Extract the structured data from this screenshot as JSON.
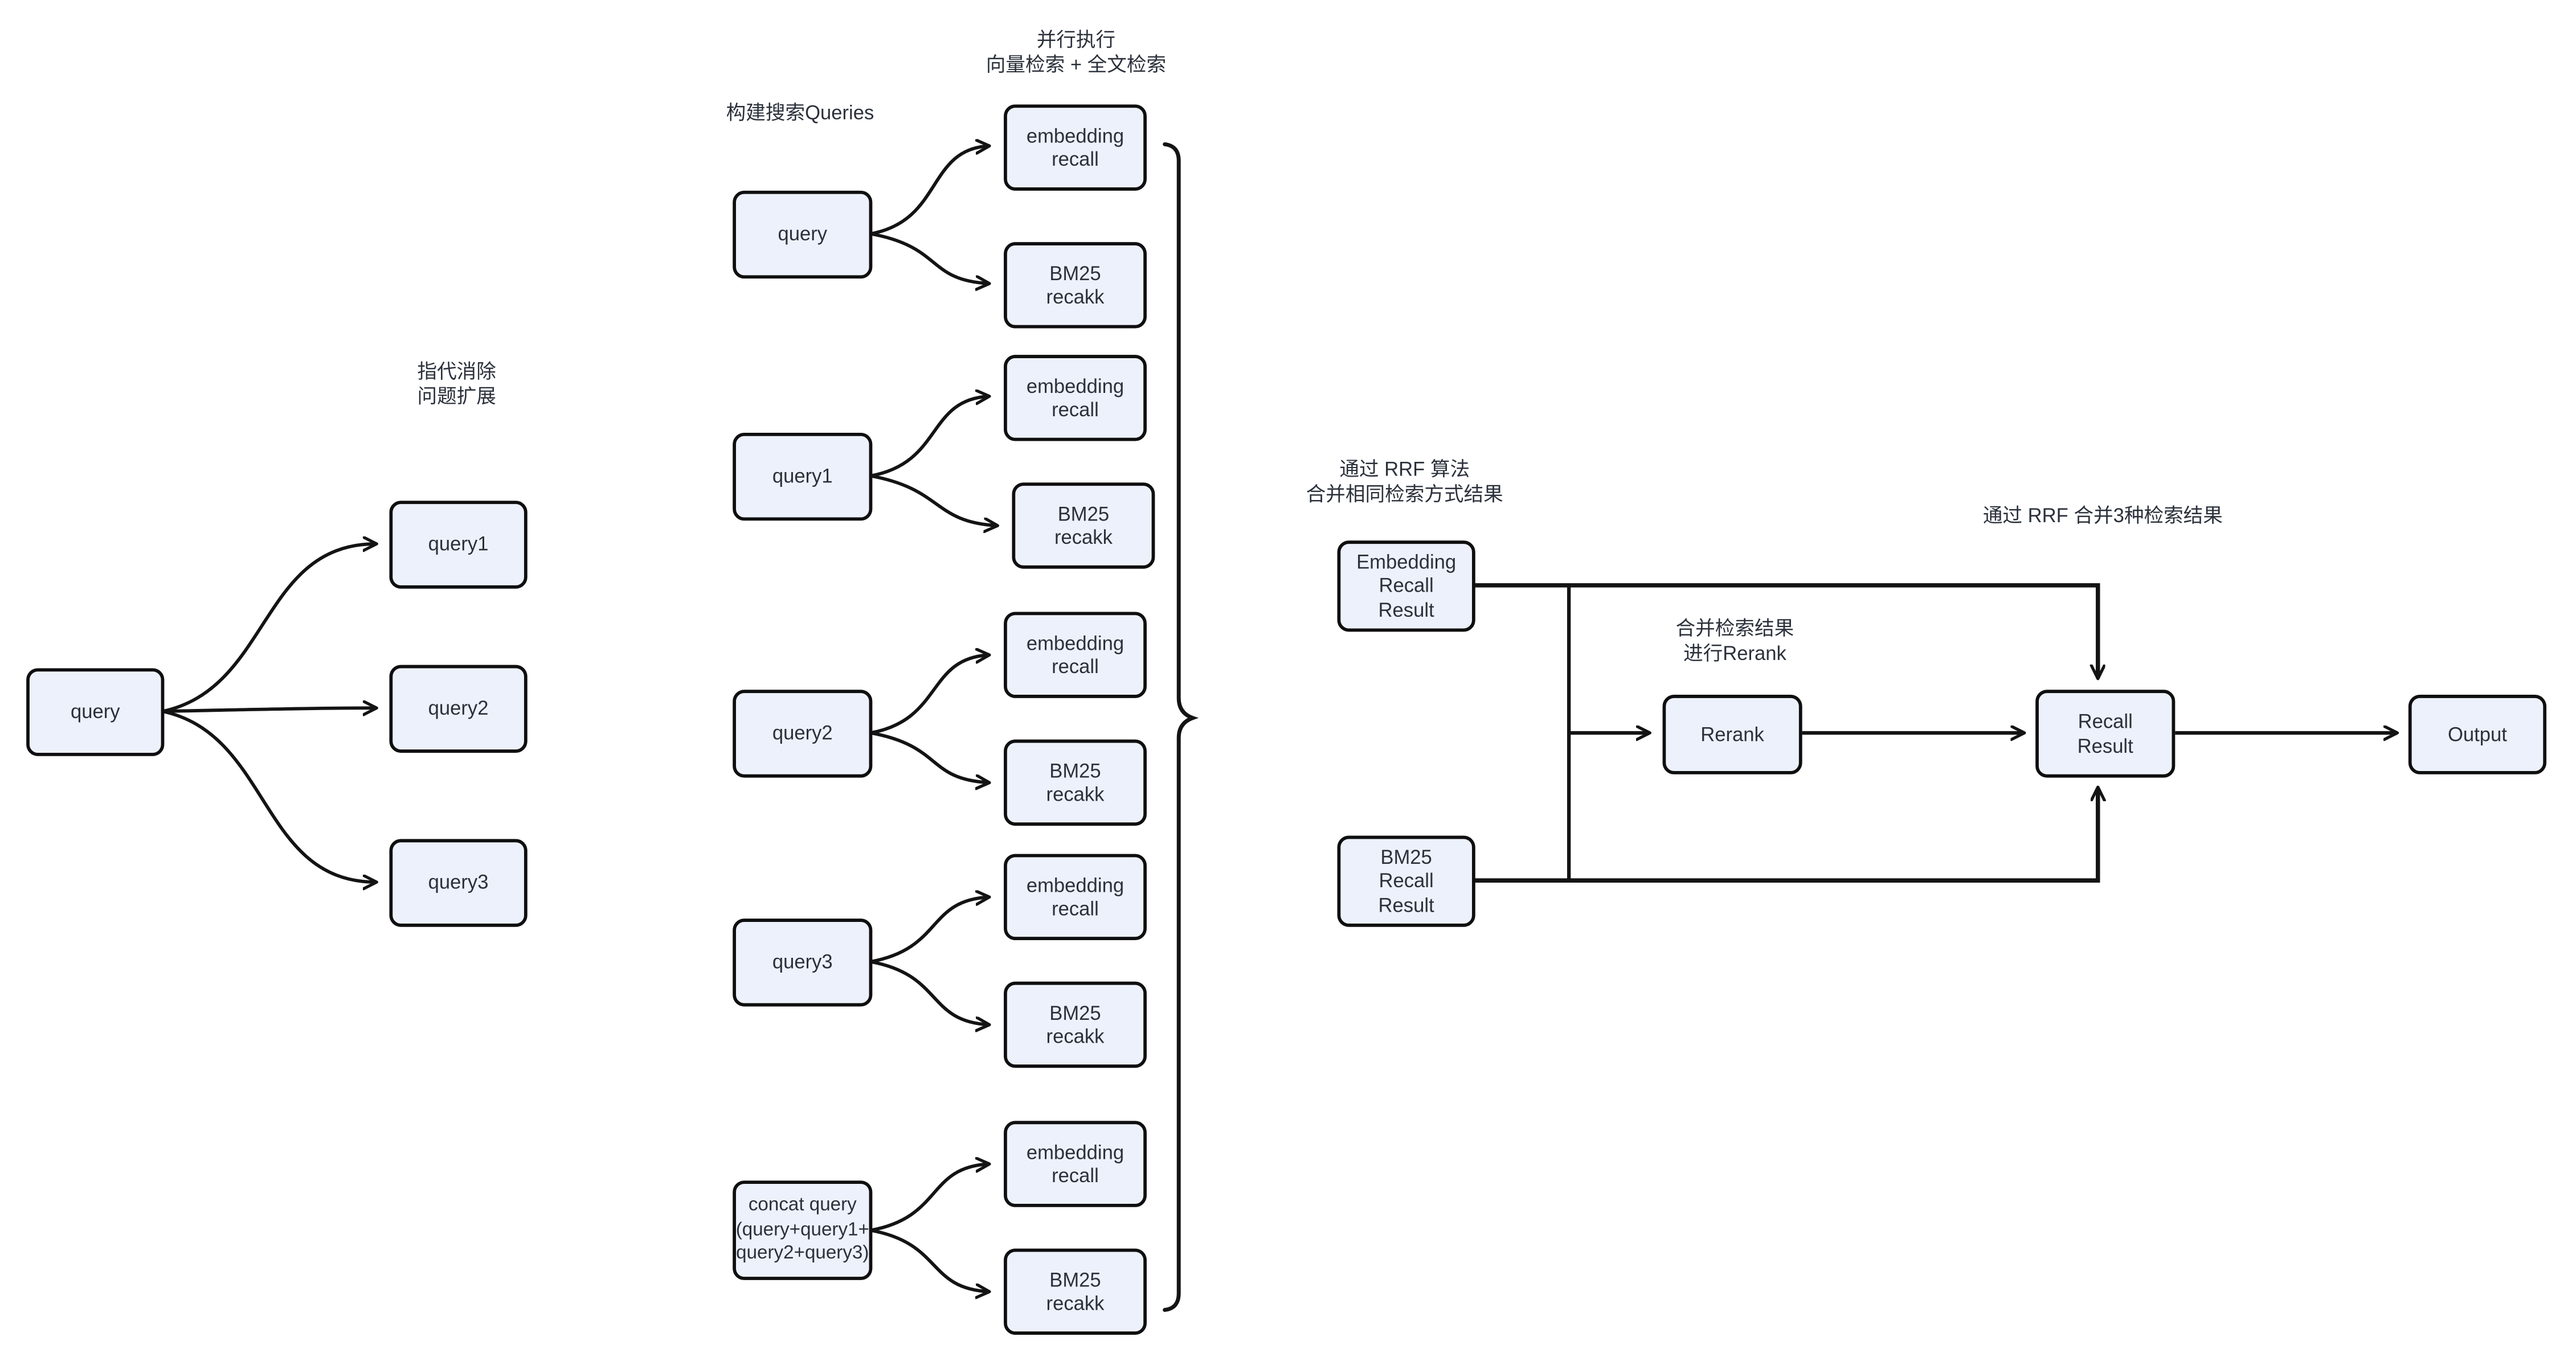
{
  "diagram": {
    "annotations": {
      "coref_expand": "指代消除\n问题扩展",
      "build_queries": "构建搜索Queries",
      "parallel_exec": "并行执行\n向量检索 + 全文检索",
      "rrf_same_method": "通过 RRF 算法\n合并相同检索方式结果",
      "rrf_merge_three": "通过 RRF 合并3种检索结果",
      "merge_rerank": "合并检索结果\n进行Rerank"
    },
    "nodes": {
      "query_root": "query",
      "query1": "query1",
      "query2": "query2",
      "query3": "query3",
      "mid_query": "query",
      "mid_query1": "query1",
      "mid_query2": "query2",
      "mid_query3": "query3",
      "concat_query": "concat query\n(query+query1+\nquery2+query3)",
      "embedding_recall": "embedding\nrecall",
      "bm25_recall": "BM25\nrecakk",
      "embedding_recall_result": "Embedding\nRecall\nResult",
      "bm25_recall_result": "BM25\nRecall\nResult",
      "rerank": "Rerank",
      "recall_result": "Recall\nResult",
      "output": "Output"
    },
    "colors": {
      "node_fill": "#edf1fb",
      "node_border": "#0f0f10",
      "line": "#141414",
      "text": "#2b313b"
    }
  }
}
